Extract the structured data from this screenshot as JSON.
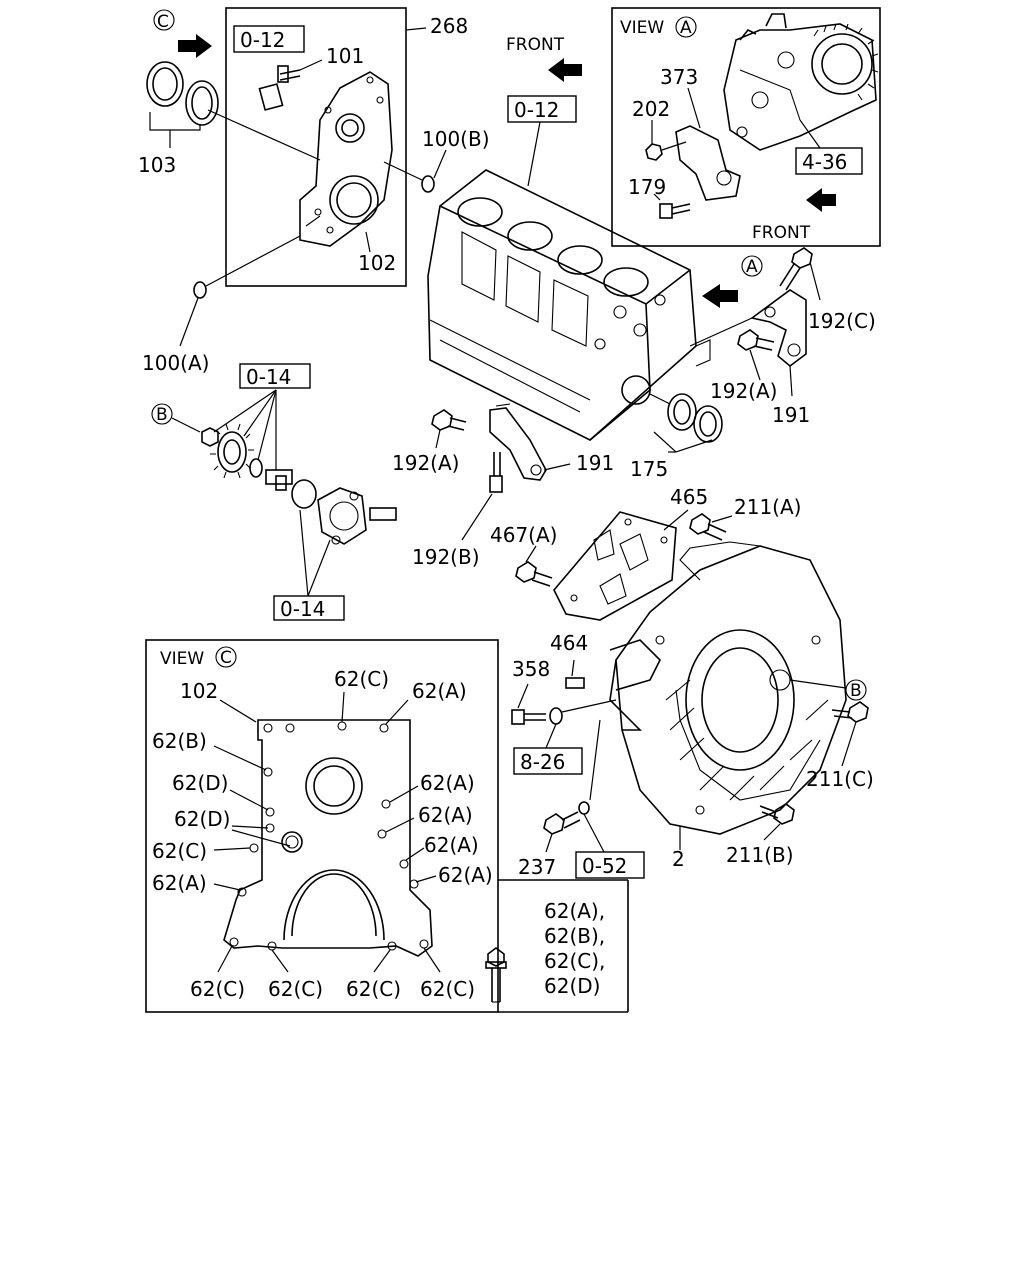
{
  "labels": {
    "c_marker": "C",
    "ref_0_12_a": "0-12",
    "p101": "101",
    "p268": "268",
    "p103": "103",
    "p100b": "100(B)",
    "p102": "102",
    "p100a": "100(A)",
    "front_top": "FRONT",
    "ref_0_12_b": "0-12",
    "view_a_word": "VIEW",
    "view_a_letter": "A",
    "p373": "373",
    "p202": "202",
    "ref_4_36": "4-36",
    "p179": "179",
    "front_view_a": "FRONT",
    "a_marker": "A",
    "p192c": "192(C)",
    "p192a_right": "192(A)",
    "p191_right": "191",
    "ref_0_14_a": "0-14",
    "b_marker_left": "B",
    "p192a_center": "192(A)",
    "p191_center": "191",
    "p175": "175",
    "p192b": "192(B)",
    "ref_0_14_b": "0-14",
    "p465": "465",
    "p211a": "211(A)",
    "p467a": "467(A)",
    "p464": "464",
    "p358": "358",
    "b_marker_right": "B",
    "ref_8_26": "8-26",
    "p211c": "211(C)",
    "p237": "237",
    "ref_0_52": "0-52",
    "p2": "2",
    "p211b": "211(B)"
  },
  "view_c": {
    "word": "VIEW",
    "letter": "C",
    "p102": "102",
    "items": {
      "top_c": "62(C)",
      "top_a": "62(A)",
      "l_b": "62(B)",
      "l_d1": "62(D)",
      "r_a1": "62(A)",
      "l_d2": "62(D)",
      "r_a2": "62(A)",
      "l_c": "62(C)",
      "r_a3": "62(A)",
      "l_a": "62(A)",
      "r_a4": "62(A)",
      "b_c1": "62(C)",
      "b_c2": "62(C)",
      "b_c3": "62(C)",
      "b_c4": "62(C)"
    },
    "legend": [
      "62(A),",
      "62(B),",
      "62(C),",
      "62(D)"
    ]
  }
}
